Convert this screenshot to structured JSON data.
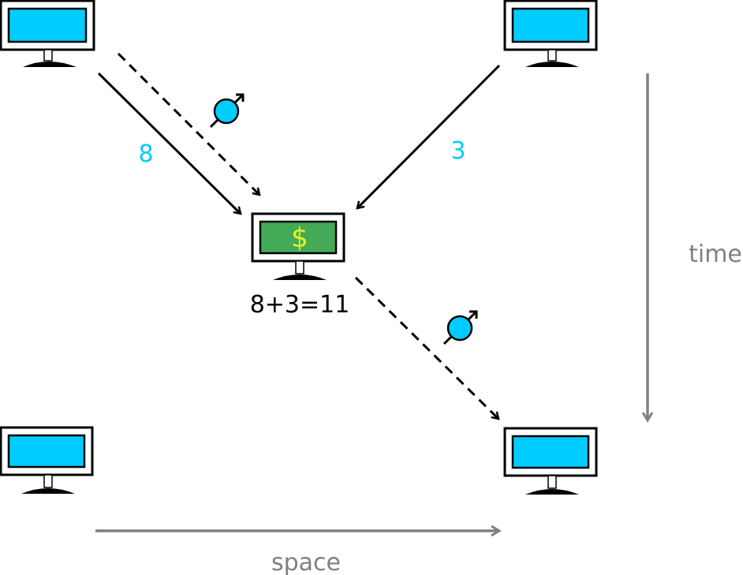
{
  "labels": {
    "left_value": "8",
    "right_value": "3",
    "dollar_symbol": "$",
    "sum": "8+3=11",
    "time_axis": "time",
    "space_axis": "space"
  },
  "colors": {
    "screen": "#00ccff",
    "money_screen": "#44aa55",
    "dollar": "#eeee22",
    "value_text": "#00ccff",
    "axis": "#808080",
    "outline": "#000000"
  },
  "icons": {
    "computer": "computer-icon",
    "token": "male-symbol-icon"
  }
}
